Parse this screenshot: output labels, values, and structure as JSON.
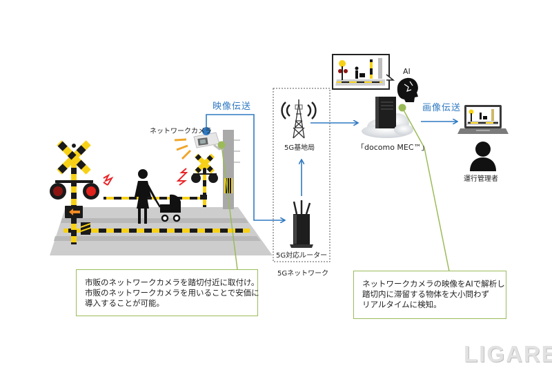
{
  "labels": {
    "network_camera": "ネットワークカメラ",
    "video_transmission": "映像伝送",
    "base_station": "5G基地局",
    "router": "5G対応ルーター",
    "network_5g": "5Gネットワーク",
    "mec": "「docomo MEC™」",
    "ai": "AI",
    "image_transmission": "画像伝送",
    "operator": "運行管理者"
  },
  "notes": {
    "left": [
      "市販のネットワークカメラを踏切付近に取付け。",
      "市販のネットワークカメラを用いることで安価に",
      "導入することが可能。"
    ],
    "right": [
      "ネットワークカメラの映像をAIで解析し",
      "踏切内に滞留する物体を大小問わず",
      "リアルタイムに検知。"
    ]
  },
  "watermark": "LIGARE",
  "colors": {
    "flow_arrow": "#2f79c2",
    "callout_line": "#9bbb59",
    "camera_dot": "#2f79c2",
    "crossing_yellow": "#f7d117",
    "crossing_black": "#1a1a1a",
    "signal_red": "#e0231c",
    "ground_gray": "#c8c8c8"
  }
}
